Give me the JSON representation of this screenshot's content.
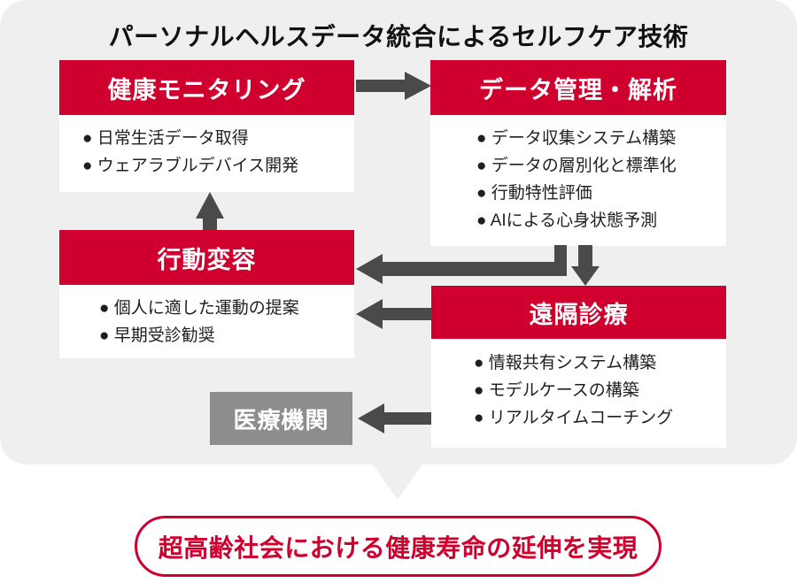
{
  "title": "パーソナルヘルスデータ統合によるセルフケア技術",
  "bullet": "●",
  "colors": {
    "accent_red": "#d0002e",
    "arrow_gray": "#4a4a4a",
    "panel_bg": "#efefef",
    "gray_box": "#8d8d8d",
    "text_dark": "#1f1f1f"
  },
  "boxes": {
    "health_monitoring": {
      "title": "健康モニタリング",
      "items": [
        "日常生活データ取得",
        "ウェアラブルデバイス開発"
      ]
    },
    "data_management": {
      "title": "データ管理・解析",
      "items": [
        "データ収集システム構築",
        "データの層別化と標準化",
        "行動特性評価",
        "AIによる心身状態予測"
      ]
    },
    "behavior_change": {
      "title": "行動変容",
      "items": [
        "個人に適した運動の提案",
        "早期受診勧奨"
      ]
    },
    "telemedicine": {
      "title": "遠隔診療",
      "items": [
        "情報共有システム構築",
        "モデルケースの構築",
        "リアルタイムコーチング"
      ]
    },
    "medical_institution": {
      "title": "医療機関"
    }
  },
  "goal": "超高齢社会における健康寿命の延伸を実現"
}
